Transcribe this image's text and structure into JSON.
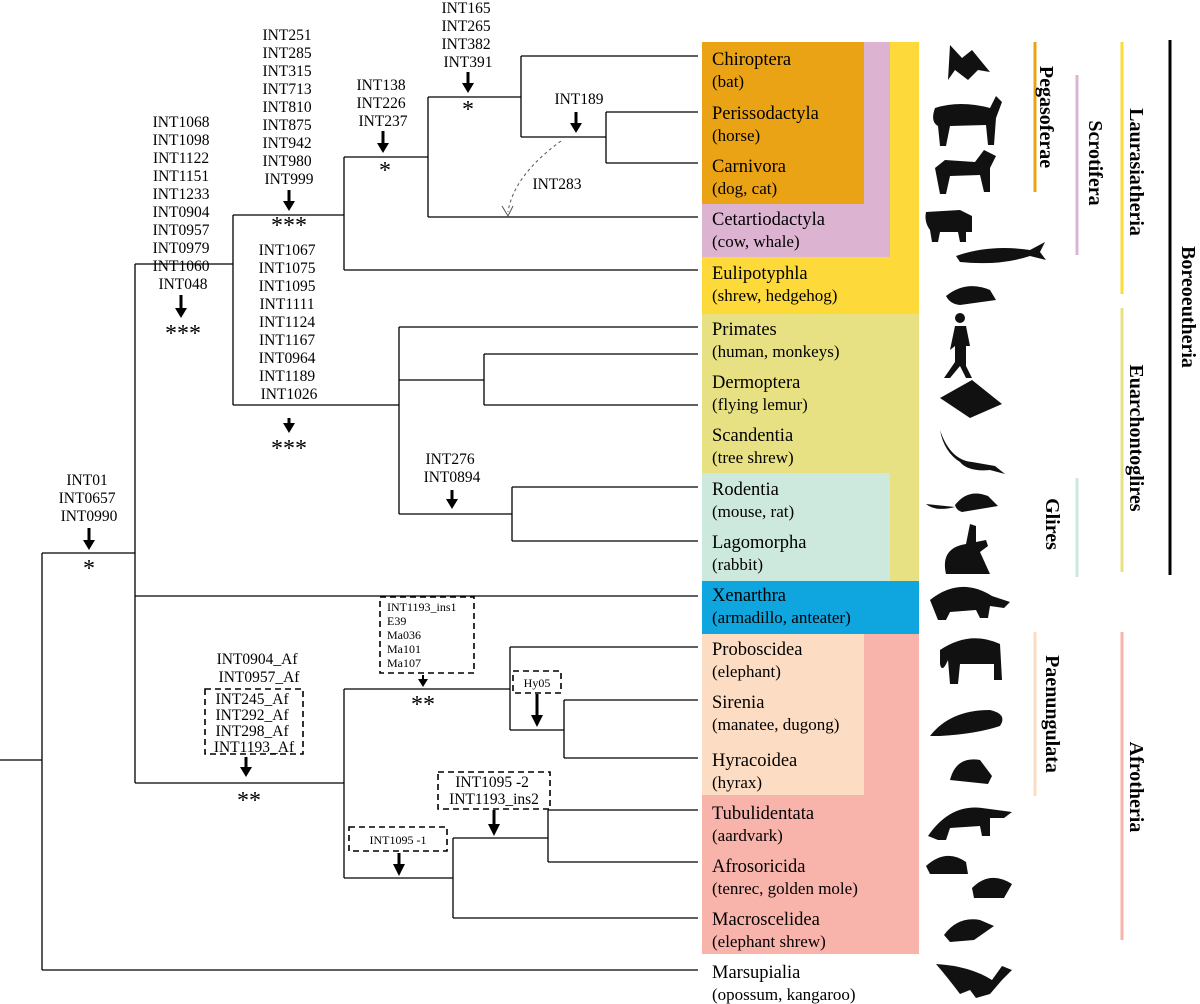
{
  "colors": {
    "pegasoferae": "#EBA316",
    "scrotifera": "#DCB4D2",
    "laurasiatheria": "#FDD93A",
    "euarchontoglires": "#E7E183",
    "glires": "#CDE9DD",
    "xenarthra": "#0FA5DE",
    "paenungulata": "#FCDCC2",
    "afrotheria": "#F8B3AB"
  },
  "taxa": [
    {
      "name": "Chiroptera",
      "common": "(bat)",
      "icon": "bat-icon"
    },
    {
      "name": "Perissodactyla",
      "common": "(horse)",
      "icon": "horse-icon"
    },
    {
      "name": "Carnivora",
      "common": "(dog, cat)",
      "icon": "dog-icon"
    },
    {
      "name": "Cetartiodactyla",
      "common": "(cow, whale)",
      "icon": "cow-icon"
    },
    {
      "name": "Eulipotyphla",
      "common": "(shrew, hedgehog)",
      "icon": "shrew-icon"
    },
    {
      "name": "Primates",
      "common": "(human, monkeys)",
      "icon": "human-icon"
    },
    {
      "name": "Dermoptera",
      "common": "(flying lemur)",
      "icon": "flying-lemur-icon"
    },
    {
      "name": "Scandentia",
      "common": "(tree shrew)",
      "icon": "tree-shrew-icon"
    },
    {
      "name": "Rodentia",
      "common": "(mouse, rat)",
      "icon": "mouse-icon"
    },
    {
      "name": "Lagomorpha",
      "common": "(rabbit)",
      "icon": "rabbit-icon"
    },
    {
      "name": "Xenarthra",
      "common": "(armadillo, anteater)",
      "icon": "armadillo-icon"
    },
    {
      "name": "Proboscidea",
      "common": "(elephant)",
      "icon": "elephant-icon"
    },
    {
      "name": "Sirenia",
      "common": "(manatee, dugong)",
      "icon": "manatee-icon"
    },
    {
      "name": "Hyracoidea",
      "common": "(hyrax)",
      "icon": "hyrax-icon"
    },
    {
      "name": "Tubulidentata",
      "common": "(aardvark)",
      "icon": "aardvark-icon"
    },
    {
      "name": "Afrosoricida",
      "common": "(tenrec, golden mole)",
      "icon": "tenrec-icon"
    },
    {
      "name": "Macroscelidea",
      "common": "(elephant shrew)",
      "icon": "elephant-shrew-icon"
    },
    {
      "name": "Marsupialia",
      "common": "(opossum, kangaroo)",
      "icon": "kangaroo-icon"
    }
  ],
  "clades": {
    "pegasoferae": "Pegasoferae",
    "scrotifera": "Scrotifera",
    "laurasiatheria": "Laurasiatheria",
    "euarchontoglires": "Euarchontoglires",
    "glires": "Glires",
    "paenungulata": "Paenungulata",
    "afrotheria": "Afrotheria",
    "boreoeutheria": "Boreoeutheria"
  },
  "markers": {
    "placentalia": {
      "lines": [
        "INT01",
        "INT0657",
        "INT0990"
      ],
      "support": "*"
    },
    "boreoeutheria": {
      "lines": [
        "INT1068",
        "INT1098",
        "INT1122",
        "INT1151",
        "INT1233",
        "INT0904",
        "INT0957",
        "INT0979",
        "INT1060",
        "INT048"
      ],
      "support": "***"
    },
    "laurasiatheria": {
      "lines": [
        "INT251",
        "INT285",
        "INT315",
        "INT713",
        "INT810",
        "INT875",
        "INT942",
        "INT980",
        "INT999"
      ],
      "support": "***"
    },
    "scrotifera": {
      "lines": [
        "INT138",
        "INT226",
        "INT237"
      ],
      "support": "*"
    },
    "pegasoferae": {
      "lines": [
        "INT165",
        "INT265",
        "INT382",
        "INT391"
      ],
      "support": "*"
    },
    "perissodactyla_carnivora": {
      "lines": [
        "INT189"
      ]
    },
    "cetartiodactyla_arrow": {
      "lines": [
        "INT283"
      ]
    },
    "euarchontoglires": {
      "lines": [
        "INT1067",
        "INT1075",
        "INT1095",
        "INT1111",
        "INT1124",
        "INT1167",
        "INT0964",
        "INT1189",
        "INT1026"
      ],
      "support": "***"
    },
    "glires": {
      "lines": [
        "INT276",
        "INT0894"
      ]
    },
    "afrotheria_plain": {
      "lines": [
        "INT0904_Af",
        "INT0957_Af"
      ],
      "support": "**"
    },
    "afrotheria_boxed": {
      "lines": [
        "INT245_Af",
        "INT292_Af",
        "INT298_Af",
        "INT1193_Af"
      ]
    },
    "paenungulata": {
      "lines": [
        "INT1193_ins1",
        "E39",
        "Ma036",
        "Ma101",
        "Ma107"
      ],
      "support": "**"
    },
    "sirenia_hyracoidea": {
      "lines": [
        "Hy05"
      ]
    },
    "tubulidentata_afrosoricida": {
      "lines": [
        "INT1095 -2",
        "INT1193_ins2"
      ]
    },
    "afroinsectiphilia": {
      "lines": [
        "INT1095 -1"
      ]
    }
  }
}
